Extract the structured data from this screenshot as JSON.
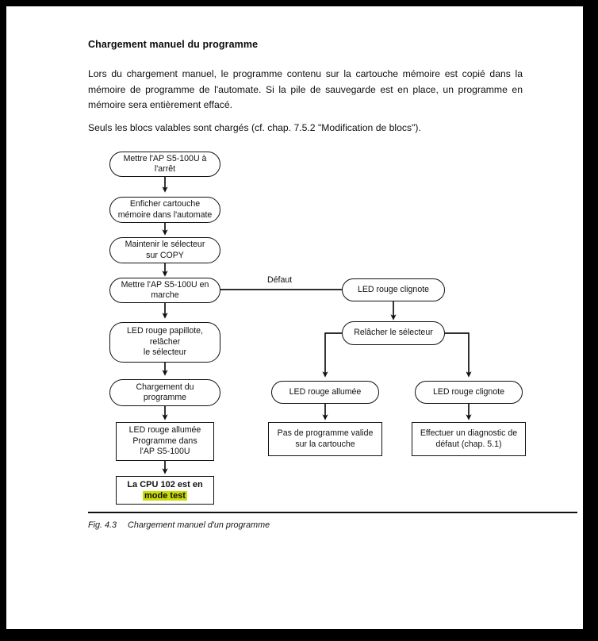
{
  "document": {
    "heading": "Chargement manuel du programme",
    "paragraphs": [
      "Lors du chargement manuel, le programme contenu sur la cartouche mémoire est copié dans la mémoire de programme de l'automate. Si la pile de sauvegarde est en place, un programme en mémoire sera entièrement effacé.",
      "Seuls les blocs valables sont chargés (cf. chap. 7.5.2 \"Modification de blocs\")."
    ],
    "caption": {
      "figure_number": "Fig. 4.3",
      "text": "Chargement manuel d'un programme"
    }
  },
  "flowchart": {
    "edge_labels": [
      {
        "id": "defaut",
        "text": "Défaut"
      }
    ],
    "highlight_color": "#c9dc06",
    "nodes": [
      {
        "id": "n1",
        "shape": "round",
        "text": "Mettre l'AP S5-100U à\nl'arrêt"
      },
      {
        "id": "n2",
        "shape": "round",
        "text": "Enficher cartouche\nmémoire dans l'automate"
      },
      {
        "id": "n3",
        "shape": "round",
        "text": "Maintenir le sélecteur\nsur COPY"
      },
      {
        "id": "n4",
        "shape": "round",
        "text": "Mettre l'AP S5-100U en\nmarche"
      },
      {
        "id": "n5",
        "shape": "round",
        "text": "LED rouge papillote,\nrelâcher\nle sélecteur"
      },
      {
        "id": "n6",
        "shape": "round",
        "text": "Chargement du\nprogramme"
      },
      {
        "id": "n7",
        "shape": "rect",
        "text": "LED rouge allumée\nProgramme dans\nl'AP S5-100U"
      },
      {
        "id": "n8",
        "shape": "rect",
        "text": "La CPU 102 est en",
        "highlighted_text": "mode test",
        "bold": true
      },
      {
        "id": "n9",
        "shape": "round",
        "text": "LED rouge clignote"
      },
      {
        "id": "n10",
        "shape": "round",
        "text": "Relâcher le sélecteur"
      },
      {
        "id": "n11",
        "shape": "round",
        "text": "LED rouge allumée"
      },
      {
        "id": "n12",
        "shape": "round",
        "text": "LED rouge clignote"
      },
      {
        "id": "n13",
        "shape": "rect",
        "text": "Pas de programme valide\nsur la cartouche"
      },
      {
        "id": "n14",
        "shape": "rect",
        "text": "Effectuer un diagnostic de\ndéfaut (chap. 5.1)"
      }
    ]
  }
}
